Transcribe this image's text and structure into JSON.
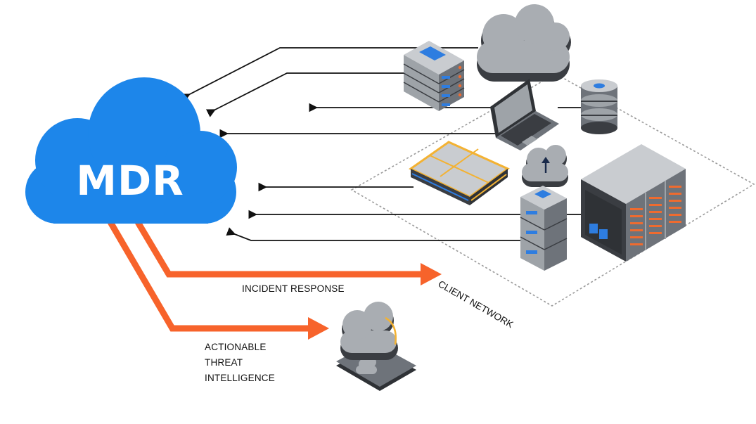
{
  "mdr": {
    "label": "MDR"
  },
  "network": {
    "label": "CLIENT NETWORK"
  },
  "outputs": {
    "incident_response": "INCIDENT RESPONSE",
    "threat_intel": [
      "ACTIONABLE",
      "THREAT",
      "INTELLIGENCE"
    ]
  },
  "colors": {
    "mdr_cloud": "#1d86ea",
    "output_arrow": "#f7632b",
    "telemetry_arrow": "#111111",
    "device_gray": "#9ea3a8",
    "device_dark": "#3a3d42",
    "accent_blue": "#2e7de0",
    "accent_orange": "#ef6b2f",
    "accent_yellow": "#f3b233"
  },
  "icons": [
    "cloud-icon",
    "rack-server-icon",
    "laptop-icon",
    "database-icon",
    "network-appliance-icon",
    "cloud-upload-icon",
    "tower-server-icon",
    "server-cabinet-icon",
    "threat-intel-cloud-icon"
  ]
}
